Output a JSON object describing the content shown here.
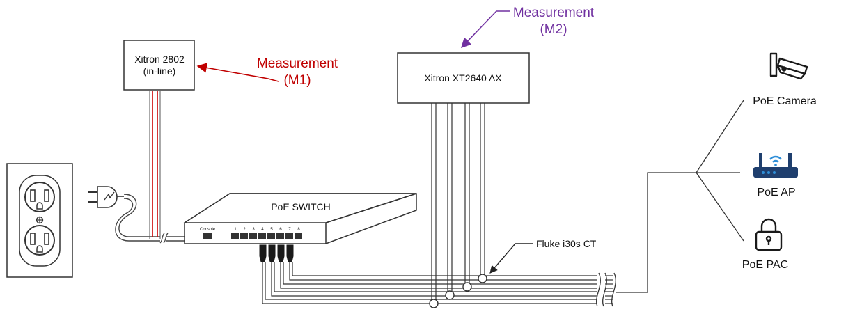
{
  "devices": {
    "xitron_2802": {
      "line1": "Xitron 2802",
      "line2": "(in-line)"
    },
    "xitron_xt2640": {
      "label": "Xitron XT2640 AX"
    },
    "poe_switch": {
      "label": "PoE SWITCH",
      "console_label": "Console",
      "port_numbers": [
        "1",
        "2",
        "3",
        "4",
        "5",
        "6",
        "7",
        "8"
      ]
    }
  },
  "annotations": {
    "m1": {
      "line1": "Measurement",
      "line2": "(M1)",
      "color": "#c00000"
    },
    "m2": {
      "line1": "Measurement",
      "line2": "(M2)",
      "color": "#7030a0"
    },
    "ct": {
      "label": "Fluke i30s CT"
    }
  },
  "endpoints": [
    {
      "label": "PoE Camera",
      "icon": "security-camera-icon"
    },
    {
      "label": "PoE AP",
      "icon": "wireless-router-icon"
    },
    {
      "label": "PoE PAC",
      "icon": "padlock-icon"
    }
  ],
  "colors": {
    "line": "#333333",
    "power_cord": "#cc0000",
    "wifi": "#2f8fd8",
    "router": "#1f3f6e"
  }
}
